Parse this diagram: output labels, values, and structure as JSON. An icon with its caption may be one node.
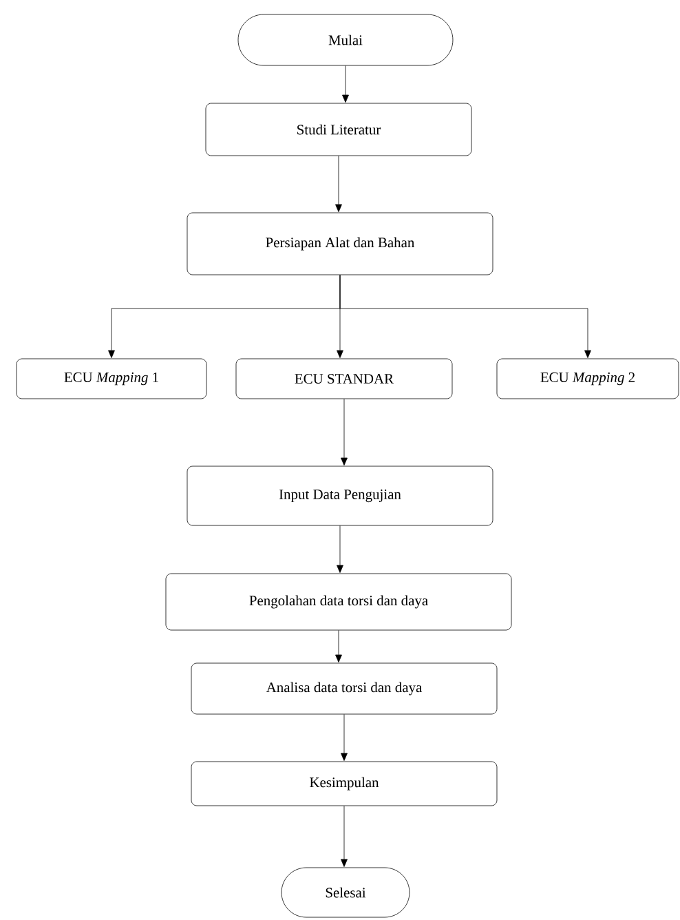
{
  "diagram": {
    "nodes": [
      {
        "text": [
          "Mulai"
        ]
      },
      {
        "text": [
          "Studi Literatur"
        ]
      },
      {
        "text": [
          "Persiapan Alat dan Bahan"
        ]
      },
      {
        "text": [
          "ECU *Mapping* 1"
        ]
      },
      {
        "text": [
          "ECU STANDAR"
        ]
      },
      {
        "text": [
          "ECU *Mapping* 2"
        ]
      },
      {
        "text": [
          "Input Data Pengujian"
        ]
      },
      {
        "text": [
          "Pengolahan data torsi dan daya"
        ]
      },
      {
        "text": [
          "Analisa data torsi dan daya"
        ]
      },
      {
        "text": [
          "Kesimpulan"
        ]
      },
      {
        "text": [
          "Selesai"
        ]
      }
    ],
    "edges": [
      {
        "from": 0,
        "to": 1,
        "arrow": "to"
      },
      {
        "from": 1,
        "to": 2,
        "arrow": "to"
      },
      {
        "from": 2,
        "to": 3,
        "arrow": "to"
      },
      {
        "from": 2,
        "to": 4,
        "arrow": "to"
      },
      {
        "from": 2,
        "to": 5,
        "arrow": "to"
      },
      {
        "from": 4,
        "to": 6,
        "arrow": "to"
      },
      {
        "from": 6,
        "to": 7,
        "arrow": "to"
      },
      {
        "from": 7,
        "to": 8,
        "arrow": "to"
      },
      {
        "from": 8,
        "to": 9,
        "arrow": "to"
      },
      {
        "from": 9,
        "to": 10,
        "arrow": "to"
      }
    ]
  }
}
